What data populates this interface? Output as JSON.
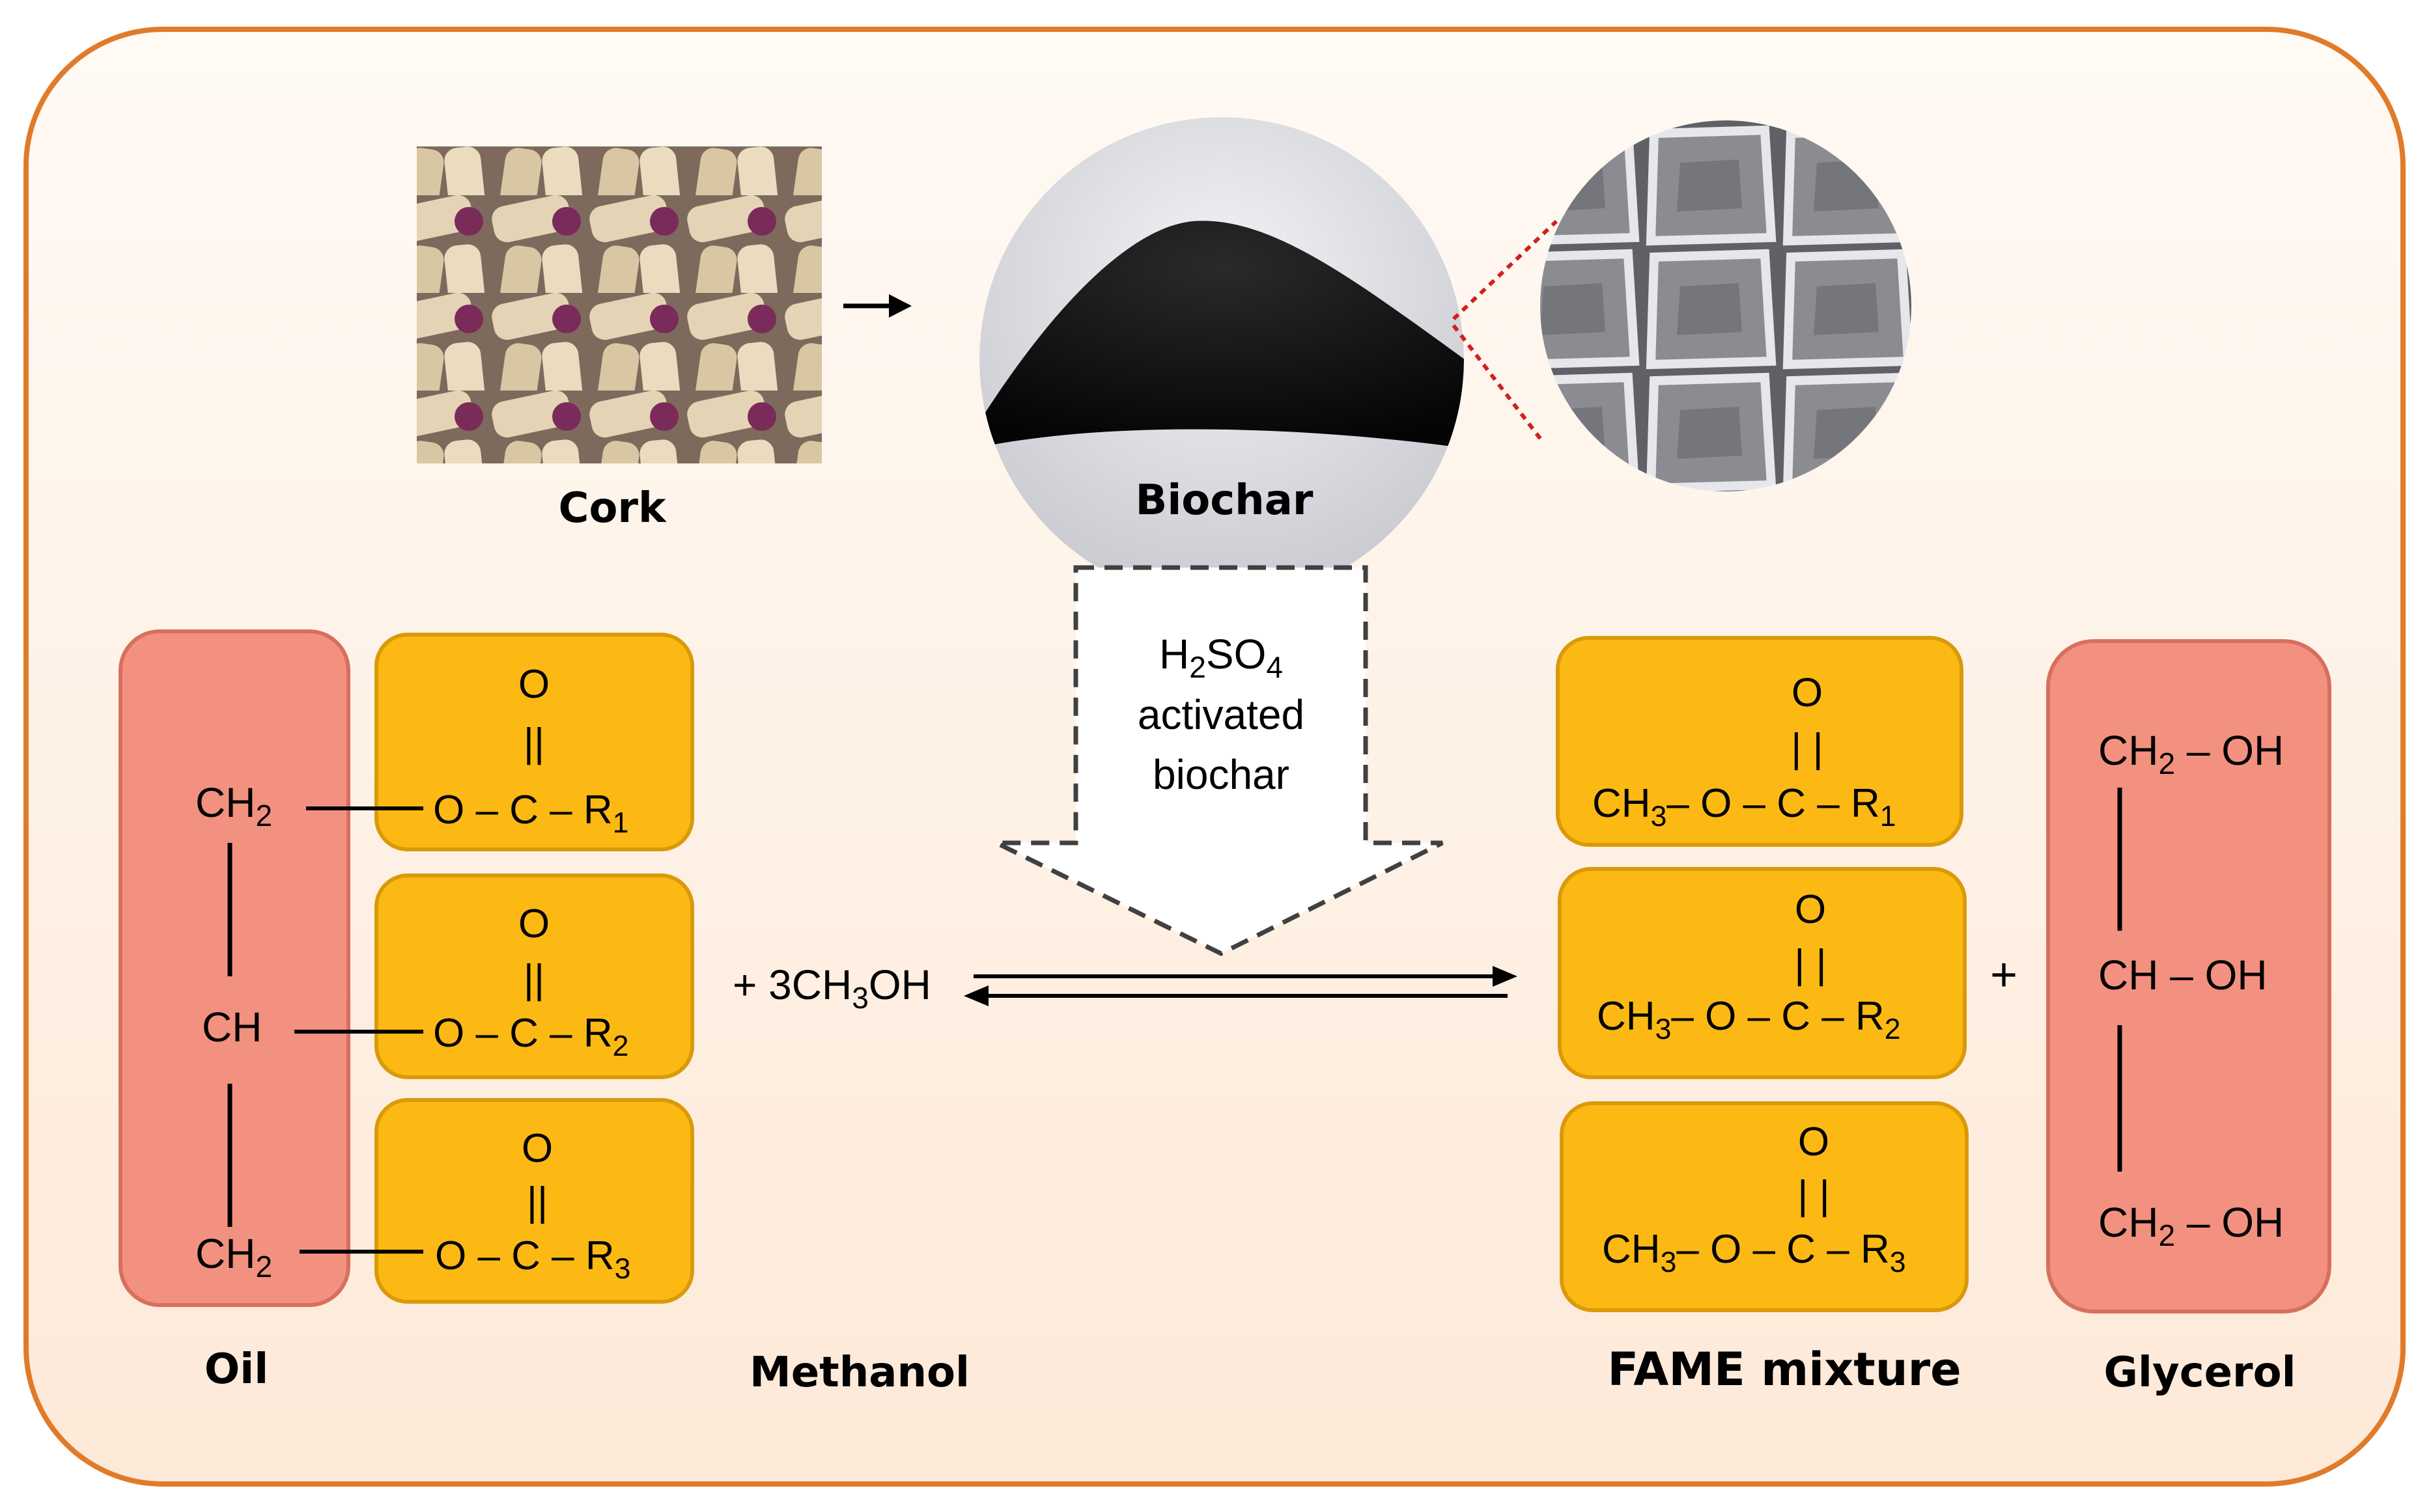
{
  "labels": {
    "cork": "Cork",
    "biochar": "Biochar",
    "oil": "Oil",
    "methanol": "Methanol",
    "fame": "FAME mixture",
    "glycerol": "Glycerol"
  },
  "catalyst": {
    "line1": "H2SO4",
    "line2": "activated",
    "line3": "biochar"
  },
  "reagent": "+ 3CH3OH",
  "plus_sign": "+",
  "triglyceride": {
    "carbons": [
      "CH2",
      "CH",
      "CH2"
    ],
    "carbonyl_o": "O",
    "double_bond": "||",
    "esters": [
      "O – C – R1",
      "O – C – R2",
      "O – C – R3"
    ]
  },
  "fame": {
    "carbonyl_o": "O",
    "double_bond": "| |",
    "esters": [
      "CH3– O – C – R1",
      "CH3– O – C – R2",
      "CH3– O – C – R3"
    ]
  },
  "glycerol": {
    "groups": [
      "CH2 – OH",
      "CH – OH",
      "CH2 – OH"
    ]
  },
  "colors": {
    "frame_border": "#e07b2a",
    "background_top": "#fffaf4",
    "background_bottom": "#fde9d8",
    "ester_box_fill": "#fdb913",
    "ester_box_border": "#d99a0a",
    "oil_box_fill": "#f2917f",
    "oil_box_border": "#d86f5e",
    "zoom_line": "#d02020"
  }
}
